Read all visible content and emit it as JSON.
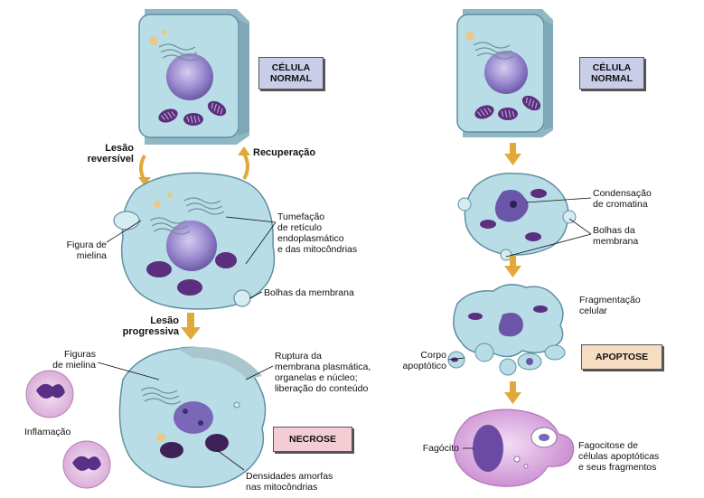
{
  "left": {
    "normal_badge": "CÉLULA\nNORMAL",
    "lesao_reversivel": "Lesão\nreversível",
    "recuperacao": "Recuperação",
    "tumefacao": "Tumefação\nde retículo\nendoplasmático\ne das mitocôndrias",
    "figura_mielina": "Figura de\nmielina",
    "bolhas": "Bolhas da membrana",
    "lesao_progressiva": "Lesão\nprogressiva",
    "figuras_mielina": "Figuras\nde mielina",
    "ruptura": "Ruptura da\nmembrana plasmática,\norganelas e núcleo;\nliberação do conteúdo",
    "inflamacao": "Inflamação",
    "necrose_badge": "NECROSE",
    "densidades": "Densidades amorfas\nnas mitocôndrias"
  },
  "right": {
    "normal_badge": "CÉLULA\nNORMAL",
    "condensacao": "Condensação\nde cromatina",
    "bolhas": "Bolhas da\nmembrana",
    "fragmentacao": "Fragmentação\ncelular",
    "corpo": "Corpo\napoptótico",
    "apoptose_badge": "APOPTOSE",
    "fagocito": "Fagócito",
    "fagocitose": "Fagocitose de\ncélulas apoptóticas\ne seus fragmentos"
  },
  "colors": {
    "cell_fill": "#b9dde6",
    "cell_edge": "#5f8fa3",
    "nucleus": "#8a78c4",
    "mito": "#6a3f8e",
    "arrow": "#e0a93a",
    "badge_blue": "#c9cde8",
    "badge_pink": "#f3cdd3",
    "badge_peach": "#f6dcc1",
    "phagocyte": "#d8a8dc"
  },
  "icons": [
    "normal-cell",
    "swollen-cell",
    "necrotic-cell",
    "apoptotic-cell",
    "neutrophil",
    "phagocyte",
    "arrow-down",
    "arrow-up"
  ]
}
